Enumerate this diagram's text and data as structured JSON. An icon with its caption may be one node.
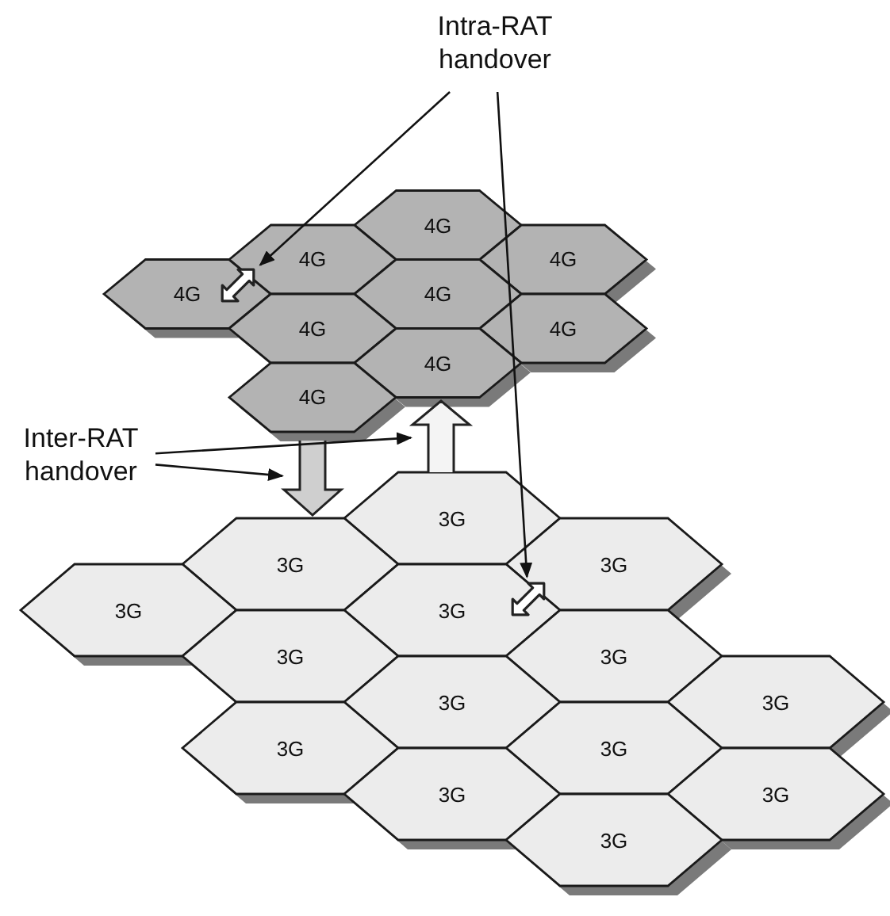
{
  "diagram": {
    "nodes": [
      {
        "text": [
          "Intra-RAT handover"
        ]
      },
      {
        "text": [
          "4G"
        ]
      },
      {
        "text": [
          "4G"
        ]
      },
      {
        "text": [
          "4G"
        ]
      },
      {
        "text": [
          "4G"
        ]
      },
      {
        "text": [
          "4G"
        ]
      },
      {
        "text": [
          "4G"
        ]
      },
      {
        "text": [
          "4G"
        ]
      },
      {
        "text": [
          "4G"
        ]
      },
      {
        "text": [
          "4G"
        ]
      },
      {
        "text": [],
        "shape": "arrow"
      },
      {
        "text": [
          "Inter-RAT handover"
        ]
      },
      {
        "text": [],
        "shape": "arrow"
      },
      {
        "text": [],
        "shape": "arrow"
      },
      {
        "text": [
          "3G"
        ]
      },
      {
        "text": [
          "3G"
        ]
      },
      {
        "text": [
          "3G"
        ]
      },
      {
        "text": [
          "3G"
        ]
      },
      {
        "text": [
          "3G"
        ]
      },
      {
        "text": [
          "3G"
        ]
      },
      {
        "text": [
          "3G"
        ]
      },
      {
        "text": [
          "3G"
        ]
      },
      {
        "text": [
          "3G"
        ]
      },
      {
        "text": [
          "3G"
        ]
      },
      {
        "text": [
          "3G"
        ]
      },
      {
        "text": [
          "3G"
        ]
      },
      {
        "text": [
          "3G"
        ]
      },
      {
        "text": [
          "3G"
        ]
      },
      {
        "text": [],
        "shape": "arrow"
      }
    ],
    "edges": [
      {
        "from": 0,
        "to": 10,
        "arrow": "to"
      },
      {
        "from": 0,
        "to": 28,
        "arrow": "to"
      },
      {
        "from": 11,
        "to": 12,
        "arrow": "to"
      },
      {
        "from": 11,
        "to": 13,
        "arrow": "to"
      }
    ]
  }
}
